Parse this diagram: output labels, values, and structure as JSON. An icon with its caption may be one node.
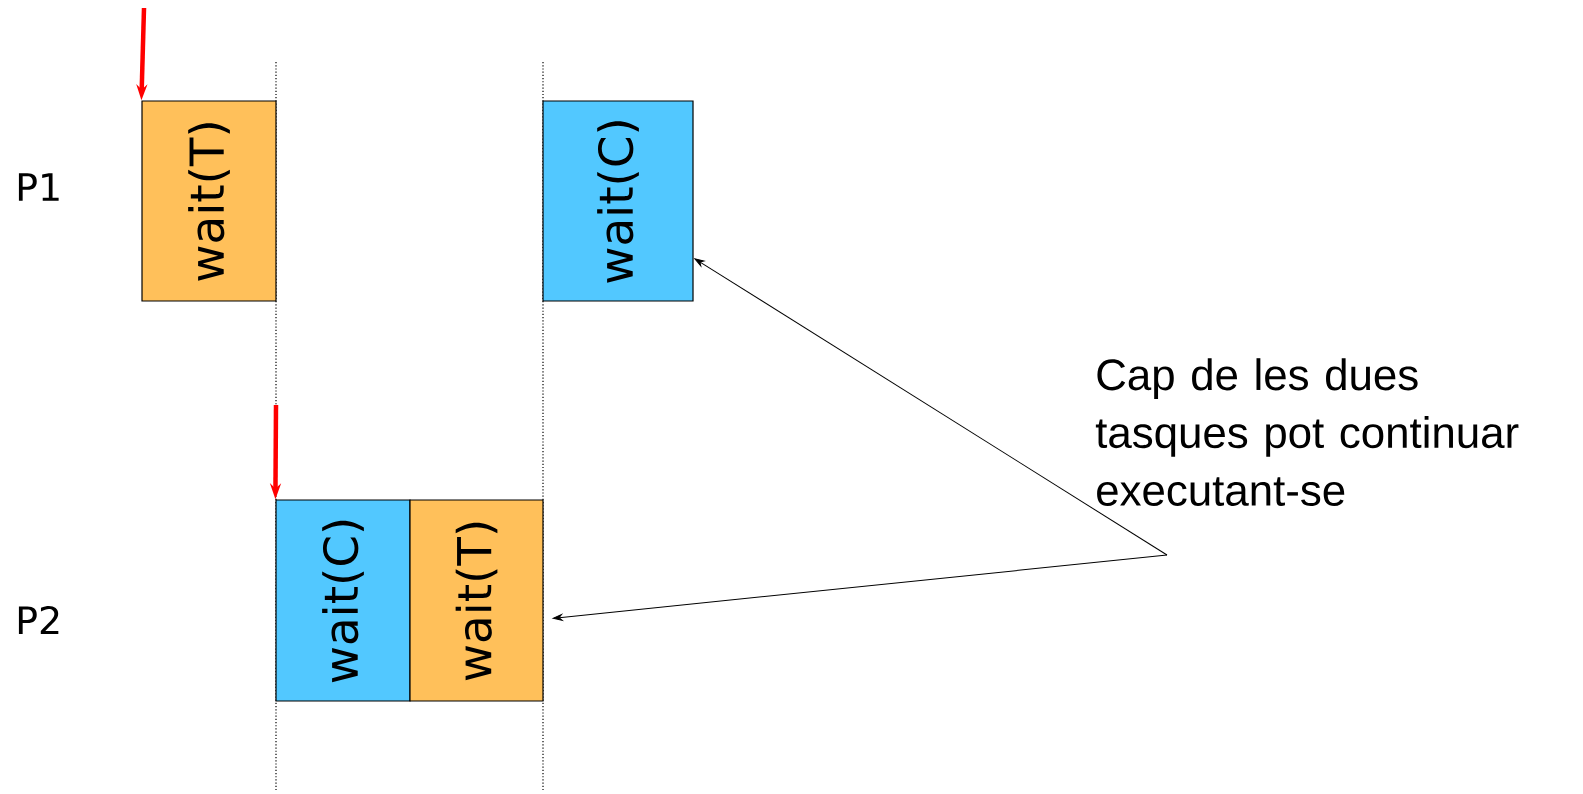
{
  "diagram": {
    "nodes": [
      {
        "text": [
          "wait(T)"
        ]
      },
      {
        "text": [
          "wait(C)"
        ]
      },
      {
        "text": [
          "wait(C)"
        ]
      },
      {
        "text": [
          "wait(T)"
        ]
      },
      {
        "text": [
          "Cap de les dues tasques pot continuar executant-se"
        ]
      }
    ],
    "edges": [
      {
        "from": null,
        "to": 0,
        "arrow": "to",
        "style": "thick",
        "color": "#ff0000"
      },
      {
        "from": null,
        "to": 2,
        "arrow": "to",
        "style": "thick",
        "color": "#ff0000"
      },
      {
        "from": 4,
        "to": 1,
        "arrow": "to",
        "color": "#000000"
      },
      {
        "from": 4,
        "to": 3,
        "arrow": "to",
        "color": "#000000"
      }
    ],
    "labels": [
      "P1",
      "P2"
    ]
  }
}
